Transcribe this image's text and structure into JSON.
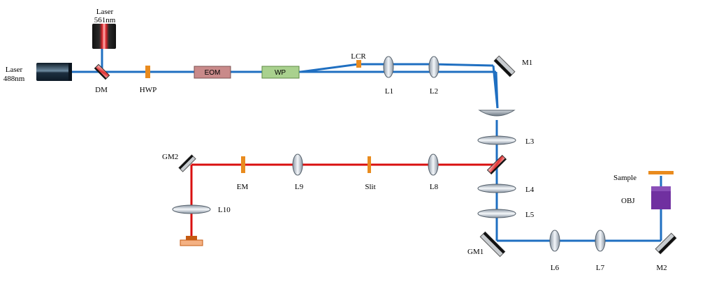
{
  "labels": {
    "laser_561_line1": "Laser",
    "laser_561_line2": "561nm",
    "laser_488_line1": "Laser",
    "laser_488_line2": "488nm",
    "dm": "DM",
    "hwp": "HWP",
    "eom": "EOM",
    "wp": "WP",
    "lcr": "LCR",
    "l1": "L1",
    "l2": "L2",
    "m1": "M1",
    "l3": "L3",
    "l4": "L4",
    "l5": "L5",
    "gm1": "GM1",
    "l6": "L6",
    "l7": "L7",
    "m2": "M2",
    "obj": "OBJ",
    "sample": "Sample",
    "gm2": "GM2",
    "em": "EM",
    "l9": "L9",
    "slit": "Slit",
    "l8": "L8",
    "l10": "L10"
  },
  "colors": {
    "excitation_beam": "#1f6fc1",
    "emission_beam": "#d90f0f",
    "eom_fill": "#c98a8a",
    "wp_fill": "#a9d18e",
    "waveplate_orange": "#e98b1e",
    "objective_purple": "#7030a0",
    "detector_orange": "#c55a11"
  }
}
